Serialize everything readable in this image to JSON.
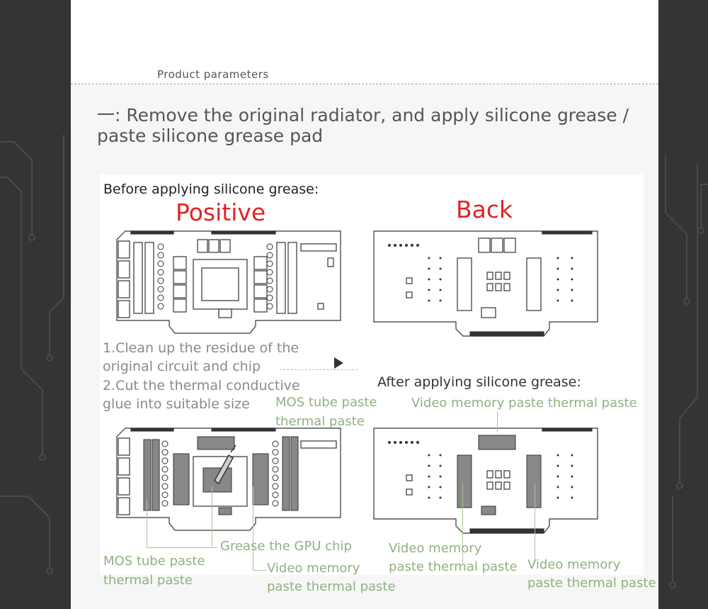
{
  "header": {
    "product_label": "Product parameters"
  },
  "section": {
    "title": "一: Remove the original radiator, and apply silicone grease / paste silicone grease pad"
  },
  "before": {
    "label": "Before applying silicone grease:",
    "positive": "Positive",
    "back": "Back"
  },
  "steps": {
    "line1a": "1.Clean up the residue of the",
    "line1b": "original circuit and chip",
    "line2a": "2.Cut the thermal conductive",
    "line2b": "glue into suitable size"
  },
  "after": {
    "label": "After applying silicone grease:",
    "mos_top_a": "MOS tube paste",
    "mos_top_b": "thermal paste",
    "vram_top": "Video memory paste thermal paste",
    "gpu": "Grease the GPU chip",
    "mos_bottom_a": "MOS tube paste",
    "mos_bottom_b": "thermal paste",
    "vram_mid_a": "Video memory",
    "vram_mid_b": "paste thermal paste",
    "vram_back_left_a": "Video memory",
    "vram_back_left_b": "paste thermal paste",
    "vram_back_right_a": "Video memory",
    "vram_back_right_b": "paste thermal paste"
  },
  "colors": {
    "accent_red": "#e02424",
    "label_green": "#8fb27f",
    "step_gray": "#8a8a8a"
  }
}
